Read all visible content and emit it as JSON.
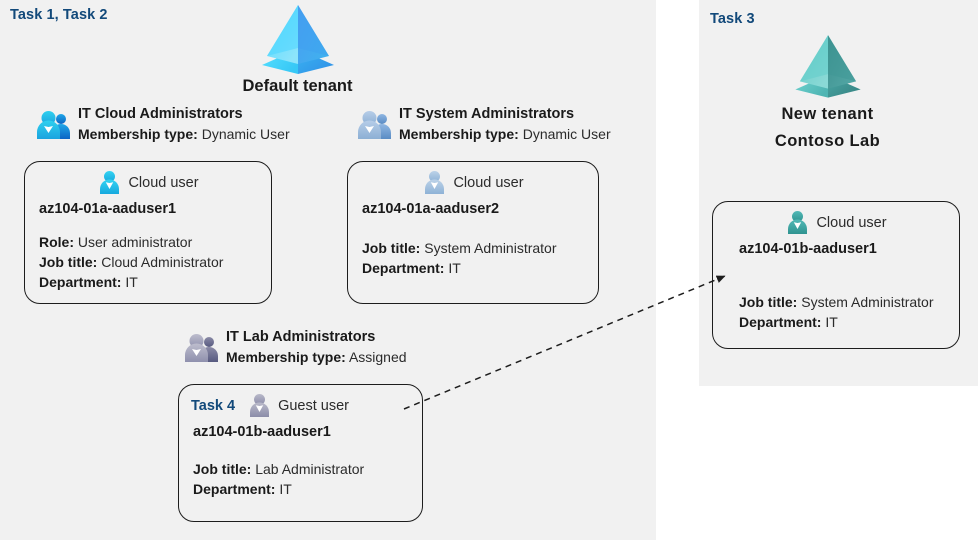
{
  "panels": {
    "default": {
      "task_label": "Task 1, Task 2",
      "tenant_title": "Default tenant",
      "tenant_icon": "azure-ad-tenant-icon"
    },
    "new": {
      "task_label": "Task 3",
      "tenant_title_line1": "New  tenant",
      "tenant_title_line2": "Contoso Lab",
      "tenant_icon": "azure-ad-tenant-icon"
    }
  },
  "groups": [
    {
      "name": "IT Cloud Administrators",
      "membership_label": "Membership type:",
      "membership_value": "Dynamic User",
      "icon": "group-users-icon"
    },
    {
      "name": "IT System Administrators",
      "membership_label": "Membership type:",
      "membership_value": "Dynamic User",
      "icon": "group-users-icon"
    },
    {
      "name": "IT Lab Administrators",
      "membership_label": "Membership type:",
      "membership_value": "Assigned",
      "icon": "group-users-icon"
    }
  ],
  "cards": {
    "user1": {
      "kind": "Cloud user",
      "icon": "user-icon",
      "username": "az104-01a-aaduser1",
      "props": [
        {
          "label": "Role:",
          "value": "User administrator"
        },
        {
          "label": "Job title:",
          "value": "Cloud Administrator"
        },
        {
          "label": "Department:",
          "value": "IT"
        }
      ]
    },
    "user2": {
      "kind": "Cloud user",
      "icon": "user-icon",
      "username": "az104-01a-aaduser2",
      "props": [
        {
          "label": "Job title:",
          "value": "System Administrator"
        },
        {
          "label": "Department:",
          "value": "IT"
        }
      ]
    },
    "guest": {
      "task_label": "Task 4",
      "kind": "Guest user",
      "icon": "guest-user-icon",
      "username": "az104-01b-aaduser1",
      "props": [
        {
          "label": "Job title:",
          "value": "Lab Administrator"
        },
        {
          "label": "Department:",
          "value": "IT"
        }
      ]
    },
    "user3": {
      "kind": "Cloud user",
      "icon": "user-icon",
      "username": "az104-01b-aaduser1",
      "props": [
        {
          "label": "Job title:",
          "value": "System Administrator"
        },
        {
          "label": "Department:",
          "value": "IT"
        }
      ]
    }
  },
  "connector": {
    "style": "dashed-arrow",
    "from": "guest-user-card",
    "to": "new-tenant-cloud-user-card"
  },
  "colors": {
    "panel_background": "#f1f1f1",
    "page_background": "#ffffff",
    "task_accent": "#12497a",
    "text": "#1a1a1a",
    "card_border": "#1d1d1d",
    "tenant_blue": "#32b5f0",
    "tenant_teal": "#4cb3b0",
    "group_icon_cyan": "#23c0ea",
    "group_icon_steel": "#8fb2d9",
    "group_icon_gray": "#8e8ea6",
    "user_icon_cyan": "#2ec4e8",
    "user_icon_steel": "#a6c2de",
    "user_icon_teal": "#3fa9a6",
    "guest_icon_gray": "#9a9ab0"
  }
}
